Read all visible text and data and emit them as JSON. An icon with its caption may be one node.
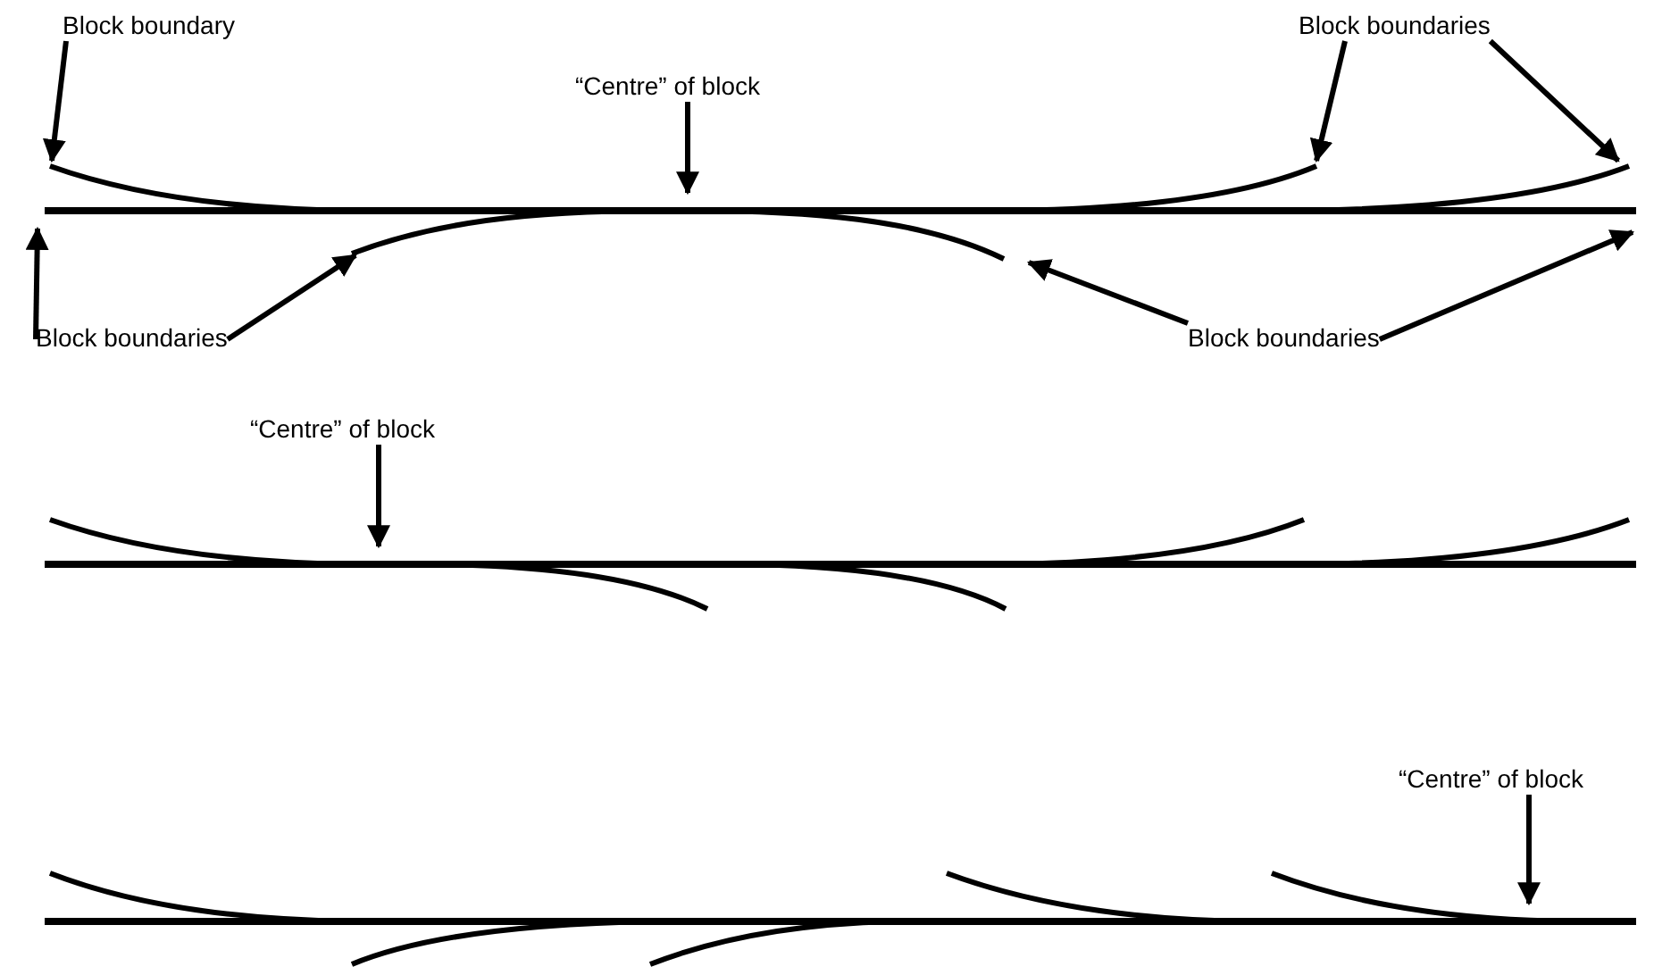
{
  "diagram": {
    "nodes": [
      {
        "text": [
          "Block boundary"
        ]
      },
      {
        "text": [
          "“Centre” of block"
        ]
      },
      {
        "text": [
          "Block boundaries"
        ]
      },
      {
        "text": [
          "Block boundaries"
        ]
      },
      {
        "text": [
          "Block boundaries"
        ]
      },
      {
        "text": [
          "“Centre” of block"
        ]
      },
      {
        "text": [
          "“Centre” of block"
        ]
      },
      {
        "text": [],
        "shape": "line"
      },
      {
        "text": [],
        "shape": "line"
      },
      {
        "text": [],
        "shape": "line"
      }
    ],
    "edges": [
      {
        "from": 0,
        "to": 7,
        "arrow": "to"
      },
      {
        "from": 1,
        "to": 7,
        "arrow": "to"
      },
      {
        "from": 2,
        "to": 7,
        "arrow": "to"
      },
      {
        "from": 2,
        "to": 7,
        "arrow": "to"
      },
      {
        "from": 3,
        "to": 7,
        "arrow": "to"
      },
      {
        "from": 3,
        "to": 7,
        "arrow": "to"
      },
      {
        "from": 4,
        "to": 7,
        "arrow": "to"
      },
      {
        "from": 4,
        "to": 7,
        "arrow": "to"
      },
      {
        "from": 5,
        "to": 8,
        "arrow": "to"
      },
      {
        "from": 6,
        "to": 9,
        "arrow": "to"
      }
    ]
  }
}
